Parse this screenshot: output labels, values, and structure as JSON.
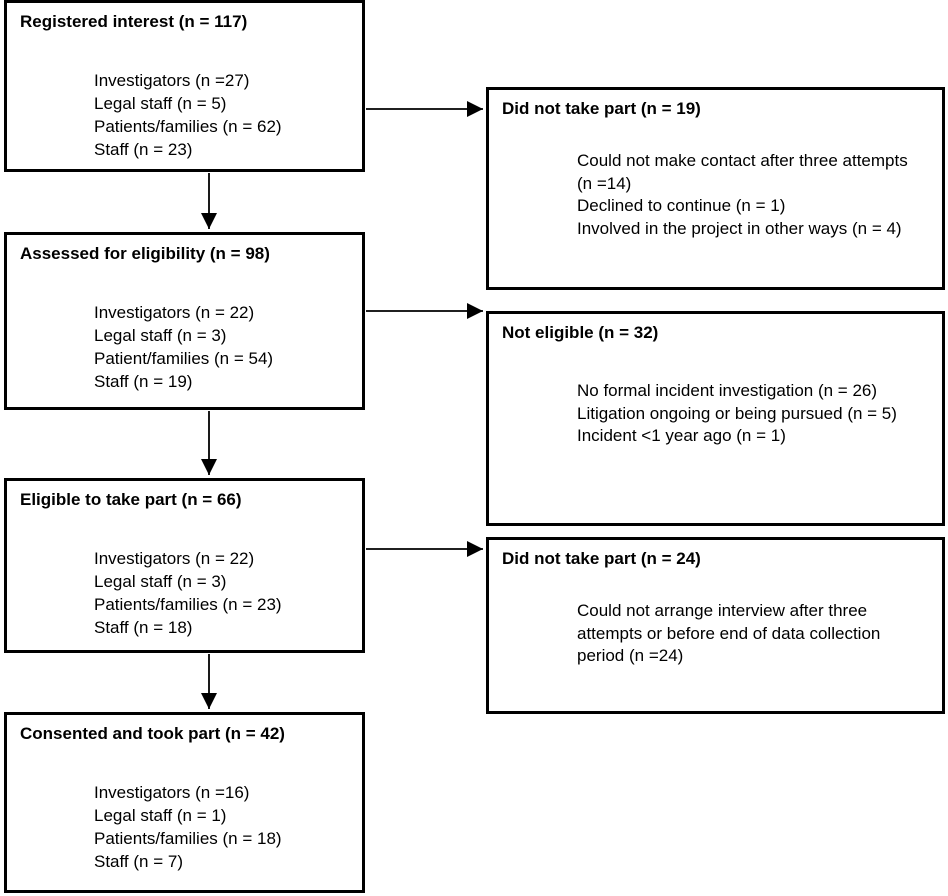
{
  "stages": [
    {
      "title": "Registered interest (n = 117)",
      "items": [
        "Investigators (n =27)",
        "Legal staff (n = 5)",
        "Patients/families (n = 62)",
        "Staff (n = 23)"
      ]
    },
    {
      "title": "Assessed for eligibility (n = 98)",
      "items": [
        "Investigators (n = 22)",
        "Legal staff (n = 3)",
        "Patient/families (n = 54)",
        "Staff (n = 19)"
      ]
    },
    {
      "title": "Eligible to take part (n = 66)",
      "items": [
        "Investigators (n = 22)",
        "Legal staff (n = 3)",
        "Patients/families (n = 23)",
        "Staff (n = 18)"
      ]
    },
    {
      "title": "Consented and took part (n = 42)",
      "items": [
        "Investigators (n =16)",
        "Legal staff (n = 1)",
        "Patients/families (n = 18)",
        "Staff (n = 7)"
      ]
    }
  ],
  "exclusions": [
    {
      "title": "Did not take part (n = 19)",
      "items": [
        "Could not make contact after three attempts (n =14)",
        "Declined to continue (n = 1)",
        "Involved in the project in other ways (n = 4)"
      ]
    },
    {
      "title": "Not eligible (n = 32)",
      "items": [
        "No formal incident investigation  (n = 26)",
        "Litigation ongoing or being pursued (n = 5)",
        "Incident <1 year ago (n = 1)"
      ]
    },
    {
      "title": "Did not take part (n = 24)",
      "items": [
        "Could not arrange interview after three attempts or before end of data collection period (n =24)"
      ]
    }
  ]
}
